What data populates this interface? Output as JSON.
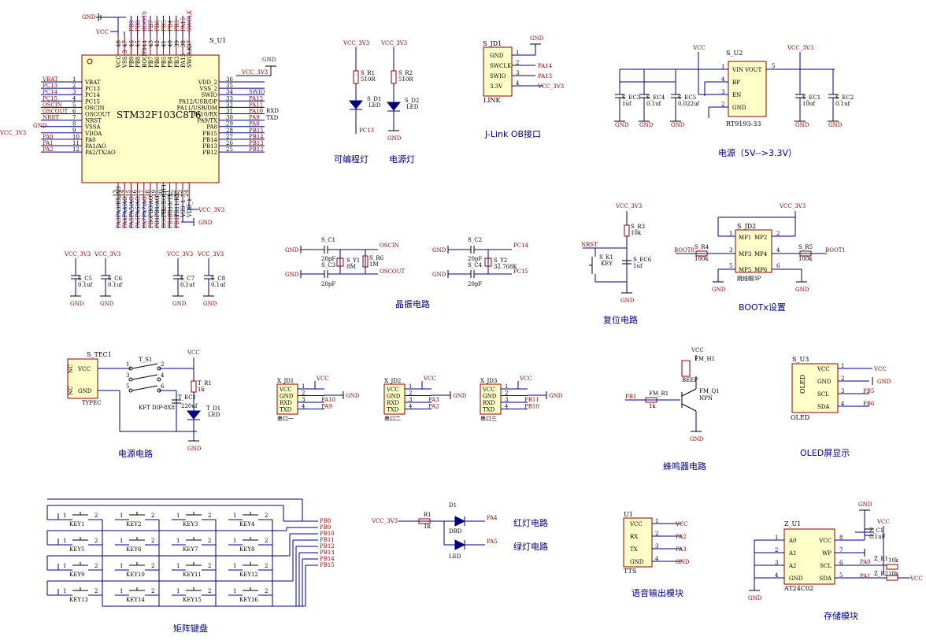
{
  "mcu": {
    "ref": "S_U1",
    "part": "STM32F103C8T6",
    "top_pins": [
      "VCC",
      "VSS_3",
      "PB9",
      "PB8",
      "BOOT0",
      "PB7",
      "PB6",
      "PB5",
      "PB4",
      "PB3",
      "PA15",
      "SWCLK"
    ],
    "top_pin_numbers": [
      "48",
      "47",
      "46",
      "45",
      "44",
      "43",
      "42",
      "41",
      "40",
      "39",
      "38",
      "37"
    ],
    "top_nets": [
      "PB9",
      "PB8",
      "BOOT0",
      "PB7",
      "PB6",
      "PB5",
      "PB4",
      "PB3",
      "PA15",
      "SWCLK"
    ],
    "top_gnd_label": "GND",
    "top_vcc_label": "VCC",
    "left_pins": [
      "VBAT",
      "PC13",
      "PC14",
      "PC15",
      "OSCIN",
      "OSCOUT",
      "NRST",
      "VSSA",
      "VDDA",
      "PA0",
      "PA1/AO",
      "PA2/TX/AO"
    ],
    "left_pin_numbers": [
      "1",
      "2",
      "3",
      "4",
      "5",
      "6",
      "7",
      "8",
      "9",
      "10",
      "11",
      "12"
    ],
    "left_nets": [
      "VBAT",
      "PC13",
      "PC14",
      "PC15",
      "OSCIN",
      "OSCOUT",
      "NRST",
      "GND",
      "VCC_3V3",
      "PA0",
      "PA1",
      "PA2"
    ],
    "right_pins": [
      "VDD_2",
      "VSS_2",
      "SWIO",
      "PA12/USB/DP",
      "PA11/USB/DM",
      "PA10/RX",
      "PA9/TX",
      "PA8",
      "PB15",
      "PB14",
      "PB13",
      "PB12"
    ],
    "right_pin_numbers": [
      "36",
      "35",
      "34",
      "33",
      "32",
      "31",
      "30",
      "29",
      "28",
      "27",
      "26",
      "25"
    ],
    "right_nets": [
      "VCC_3V3",
      "GND",
      "SWIO",
      "PA12",
      "PA11",
      "PA10",
      "PA9",
      "PA8",
      "PB15",
      "PB14",
      "PB13",
      "PB12"
    ],
    "right_net_notes": [
      "RXD",
      "TXD"
    ],
    "bottom_pins": [
      "PA3/RX/AO",
      "PA4/AO",
      "PA5/AO",
      "PA6/AO",
      "PA7/AO",
      "PB0/AO",
      "PB1/AO",
      "PB2/BOOT1",
      "PB10/TX",
      "PB11/RX",
      "VSS_1",
      "VDD_1"
    ],
    "bottom_pin_numbers": [
      "13",
      "14",
      "15",
      "16",
      "17",
      "18",
      "19",
      "20",
      "21",
      "22",
      "23",
      "24"
    ],
    "bottom_nets": [
      "PA3",
      "PA4",
      "PA5",
      "PA6",
      "PA7",
      "PB0",
      "PB1",
      "BOOT1",
      "PB10",
      "PB11"
    ],
    "bottom_vcc_label": "VCC_3V3",
    "bottom_gnd_label": "GND"
  },
  "leds_top": {
    "r1_ref": "S_R1",
    "r1_val": "510R",
    "d1_ref": "S_D1",
    "d1_val": "LED",
    "d1_net": "PC13",
    "r2_ref": "S_R2",
    "r2_val": "510R",
    "d2_ref": "S_D2",
    "d2_val": "LED",
    "vcc_label": "VCC_3V3",
    "gnd_label": "GND",
    "caption_prog": "可编程灯",
    "caption_power": "电源灯"
  },
  "jlink": {
    "ref": "S_JD1",
    "name": "LINK",
    "pins": [
      "GND",
      "SWCLK",
      "SWIO",
      "3.3V"
    ],
    "pin_numbers": [
      "1",
      "2",
      "3",
      "4"
    ],
    "nets": [
      "",
      "PA14",
      "PA13",
      "VCC_3V3"
    ],
    "gnd_label": "GND",
    "caption": "J-Link OB接口"
  },
  "power_reg": {
    "ref": "S_U2",
    "part": "RT9193-33",
    "pins_left": [
      "VIN",
      "BP",
      "EN",
      "GND"
    ],
    "pins_left_numbers": [
      "1",
      "4",
      "3",
      "2"
    ],
    "pin_right": "VOUT",
    "pin_right_number": "5",
    "caps": [
      {
        "ref": "S_EC3",
        "val": "1uf"
      },
      {
        "ref": "S_EC4",
        "val": "0.1uf"
      },
      {
        "ref": "S_EC5",
        "val": "0.022uf"
      },
      {
        "ref": "S_EC1",
        "val": "10uf"
      },
      {
        "ref": "S_EC2",
        "val": "0.1uf"
      }
    ],
    "vcc_in": "VCC",
    "vcc_out": "VCC_3V3",
    "gnd_label": "GND",
    "caption": "电源（5V-->3.3V）"
  },
  "decoupling": [
    {
      "ref": "S_C5",
      "val": "0.1uf",
      "vcc": "VCC_3V3"
    },
    {
      "ref": "S_C6",
      "val": "0.1uf",
      "vcc": "VCC_3V3"
    },
    {
      "ref": "S_C7",
      "val": "0.1uf",
      "vcc": "VCC_3V3"
    },
    {
      "ref": "S_C8",
      "val": "0.1uf",
      "vcc": "VCC_3V3"
    }
  ],
  "crystal": {
    "c1_ref": "S_C1",
    "c1_val": "20pF",
    "c3_ref": "S_C3",
    "c3_val": "20pF",
    "y1_ref": "S_Y1",
    "y1_val": "8M",
    "r6_ref": "S_R6",
    "r6_val": "1M",
    "net_in": "OSCIN",
    "net_out": "OSCOUT",
    "c2_ref": "S_C2",
    "c2_val": "20pF",
    "c4_ref": "S_C4",
    "c4_val": "20pF",
    "y2_ref": "S_Y2",
    "y2_val": "32.768K",
    "net_c14": "PC14",
    "net_c15": "PC15",
    "gnd_label": "GND",
    "caption": "晶振电路"
  },
  "reset": {
    "vcc": "VCC_3V3",
    "r3_ref": "S_R3",
    "r3_val": "10k",
    "net": "NRST",
    "k1_ref": "S_K1",
    "k1_val": "KEY",
    "ec6_ref": "S_EC6",
    "ec6_val": "1uf",
    "gnd_label": "GND",
    "caption": "复位电路"
  },
  "boot": {
    "vcc": "VCC_3V3",
    "ref": "S_JD2",
    "pins": [
      "MP1",
      "MP2",
      "MP3",
      "MP4",
      "MP5",
      "MP6"
    ],
    "pin_numbers": [
      "1",
      "2",
      "3",
      "4",
      "5",
      "6"
    ],
    "r4_ref": "S_R4",
    "r4_val": "100k",
    "r5_ref": "S_R5",
    "r5_val": "100k",
    "net0": "BOOT0",
    "net1": "BOOT1",
    "jumper": "跳线帽3P",
    "gnd_label": "GND",
    "caption": "BOOTx设置"
  },
  "power_in": {
    "tec_ref": "S_TEC1",
    "tec_pins": [
      "VCC",
      "GND"
    ],
    "tec_pin_nc": "NC",
    "tec_name": "TYPEC",
    "switch_ref": "T_S1",
    "switch_name": "KFT DIP-8X8",
    "switch_pins": [
      "1",
      "2",
      "3",
      "4",
      "5",
      "6"
    ],
    "r1_ref": "T_R1",
    "r1_val": "1k",
    "ec_ref": "T_EC1",
    "ec_val": "220uf",
    "d1_ref": "T_D1",
    "d1_val": "LED",
    "vcc": "VCC",
    "gnd_label": "GND",
    "caption": "电源电路"
  },
  "uarts": [
    {
      "ref": "X_JD1",
      "pins": [
        "VCC",
        "GND",
        "RXD",
        "TXD"
      ],
      "nets": [
        "VCC",
        "",
        "PA10",
        "PA9"
      ],
      "name": "串口一"
    },
    {
      "ref": "X_JD2",
      "pins": [
        "VCC",
        "GND",
        "RXD",
        "TXD"
      ],
      "nets": [
        "VCC",
        "",
        "PA3",
        "PA2"
      ],
      "name": "串口二"
    },
    {
      "ref": "X_JD3",
      "pins": [
        "VCC",
        "GND",
        "RXD",
        "TXD"
      ],
      "nets": [
        "VCC",
        "",
        "PB11",
        "PB10"
      ],
      "name": "串口三"
    }
  ],
  "uart_pin_numbers": [
    "1",
    "2",
    "3",
    "4"
  ],
  "uart_gnd_label": "GND",
  "buzzer": {
    "vcc": "VCC",
    "h1_ref": "FM_H1",
    "h1_val": "BEEP",
    "r1_ref": "FM_R1",
    "r1_val": "1k",
    "q1_ref": "FM_Q1",
    "q1_val": "NPN",
    "net": "PB1",
    "gnd_label": "GND",
    "caption": "蜂鸣器电路"
  },
  "oled": {
    "ref": "S_U3",
    "name": "OLED",
    "pins": [
      "VCC",
      "GND",
      "SCL",
      "SDA"
    ],
    "pin_numbers": [
      "1",
      "2",
      "3",
      "4"
    ],
    "nets": [
      "VCC",
      "GND",
      "PB5",
      "PB6"
    ],
    "caption": "OLED屏显示"
  },
  "keypad": {
    "keys": [
      "KEY1",
      "KEY2",
      "KEY3",
      "KEY4",
      "KEY5",
      "KEY6",
      "KEY7",
      "KEY8",
      "KEY9",
      "KEY10",
      "KEY11",
      "KEY12",
      "KEY13",
      "KEY14",
      "KEY15",
      "KEY16"
    ],
    "pin_a": "1",
    "pin_b": "2",
    "nets": [
      "PB8",
      "PB9",
      "PB10",
      "PB11",
      "PB12",
      "PB13",
      "PB14",
      "PB15"
    ],
    "caption": "矩阵键盘"
  },
  "rgleds": {
    "vcc": "VCC_3V3",
    "r1_ref": "R1",
    "r1_val": "1k",
    "d1_ref": "D1",
    "d1_val": "DBD",
    "d2_val": "LED",
    "net_red": "PA4",
    "net_green": "PA5",
    "caption_red": "红灯电路",
    "caption_green": "绿灯电路"
  },
  "tts": {
    "ref": "U1",
    "name": "TTS",
    "pins": [
      "VCC",
      "RX",
      "TX",
      "GND"
    ],
    "pin_numbers": [
      "1",
      "2",
      "3",
      "4"
    ],
    "nets": [
      "VCC",
      "PA2",
      "PA3",
      "GND"
    ],
    "caption": "语音输出模块"
  },
  "eeprom": {
    "ref": "Z_U1",
    "part": "AT24C02",
    "left_pins": [
      "A0",
      "A1",
      "A2",
      "GND"
    ],
    "left_numbers": [
      "1",
      "2",
      "3",
      "4"
    ],
    "right_pins": [
      "VCC",
      "WP",
      "SCL",
      "SDA"
    ],
    "right_numbers": [
      "8",
      "7",
      "6",
      "5"
    ],
    "c1_ref": "Z_C1",
    "c1_val": "0.1uF",
    "r1_ref": "Z_R1",
    "r1_val": "10k",
    "r2_ref": "Z_R2",
    "r2_val": "10k",
    "net_scl": "PA0",
    "net_sda": "PA1",
    "vcc": "VCC",
    "gnd_label": "GND",
    "caption": "存储模块"
  }
}
